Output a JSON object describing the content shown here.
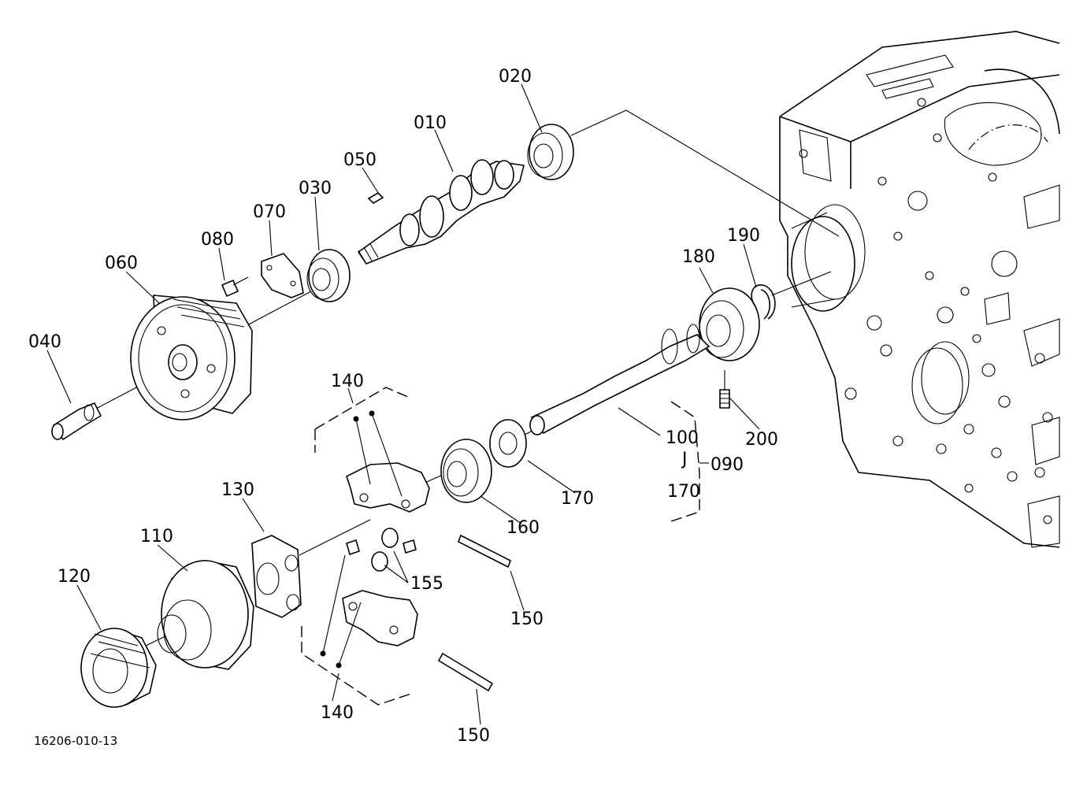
{
  "labels": {
    "p010": "010",
    "p020": "020",
    "p030": "030",
    "p040": "040",
    "p050": "050",
    "p060": "060",
    "p070": "070",
    "p080": "080",
    "p090": "090",
    "p100": "100",
    "p110": "110",
    "p120": "120",
    "p130": "130",
    "p140_top": "140",
    "p140_bottom": "140",
    "p150_top": "150",
    "p150_bottom": "150",
    "p155": "155",
    "p160": "160",
    "p170_a": "170",
    "p170_b": "170",
    "p180": "180",
    "p190": "190",
    "p200": "200",
    "bracket_mark": "J"
  },
  "document_id": "16206-010-13"
}
